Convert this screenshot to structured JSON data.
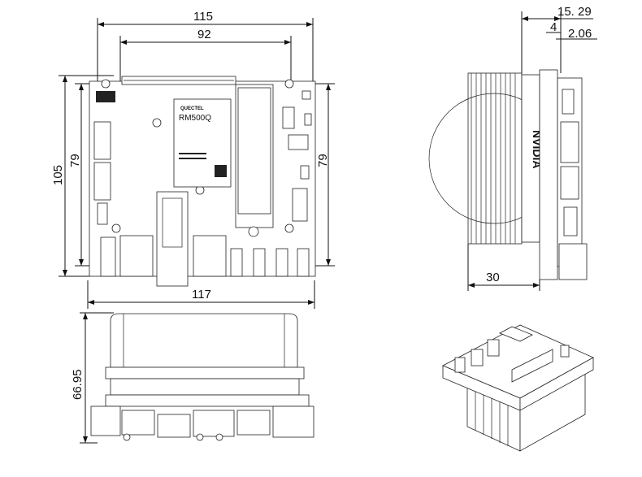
{
  "title": "Carrier board mechanical drawing",
  "top_view": {
    "dim_width_outer": "115",
    "dim_width_inner": "92",
    "dim_height_outer": "105",
    "dim_height_left": "79",
    "dim_height_right": "79",
    "dim_board_width": "117",
    "module_label": "RM500Q",
    "module_brand": "QUECTEL"
  },
  "side_view": {
    "dim_total": "15. 29",
    "dim_a": "4",
    "dim_b": "2.06",
    "dim_heatsink": "30",
    "heatsink_brand": "NVIDIA"
  },
  "front_view": {
    "dim_height": "66.95"
  }
}
